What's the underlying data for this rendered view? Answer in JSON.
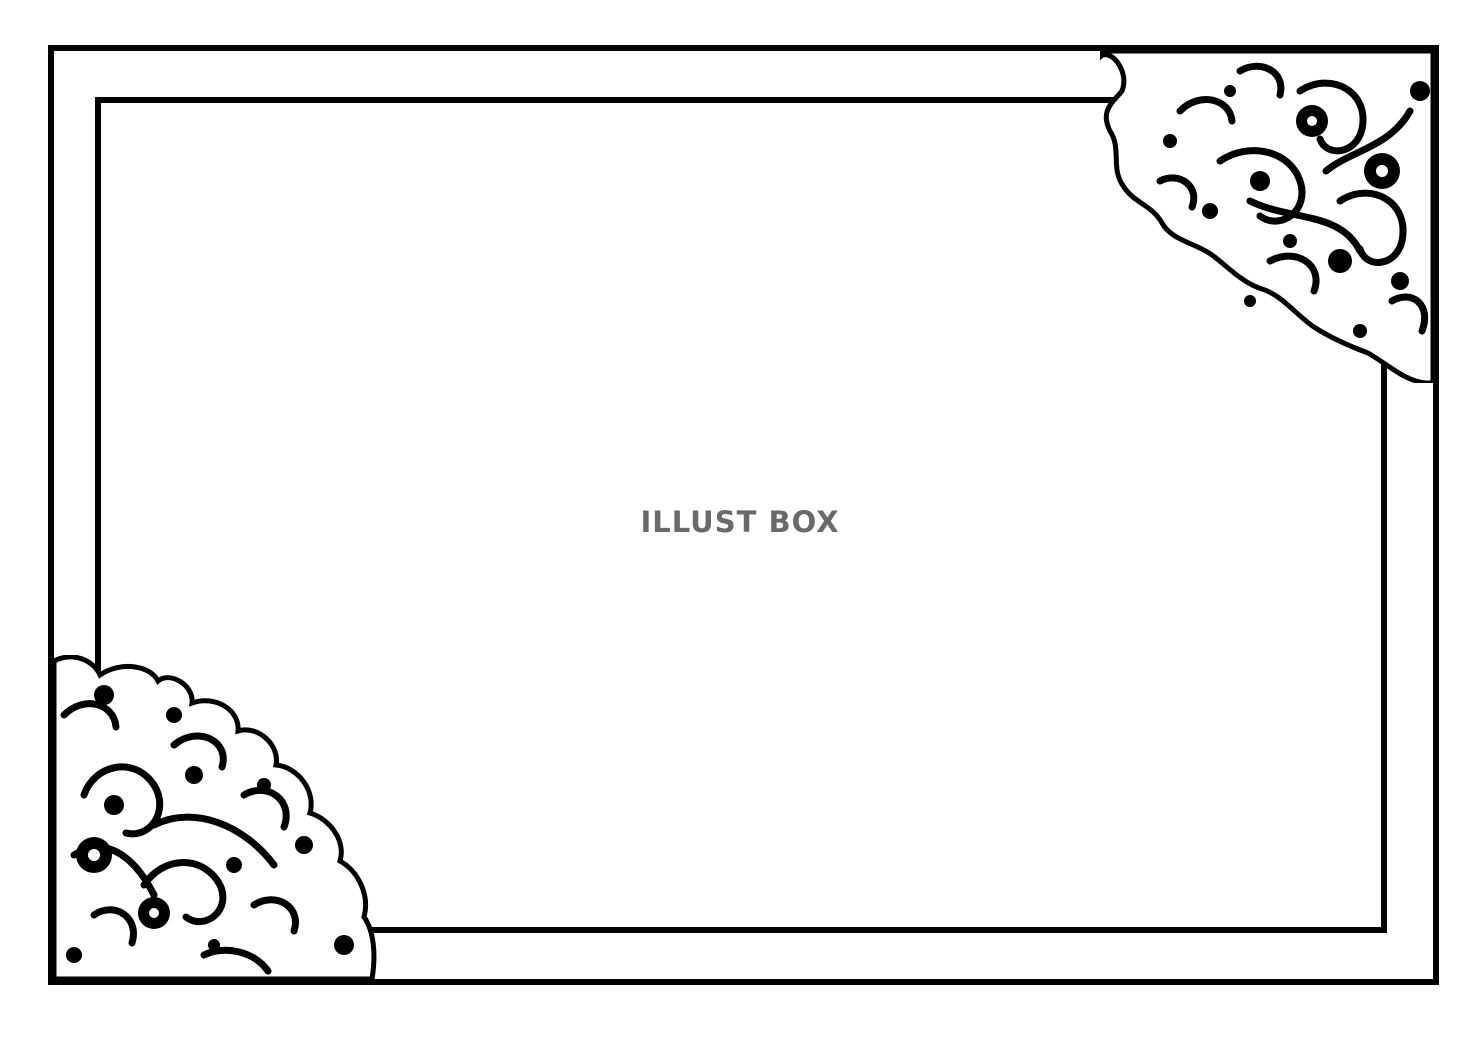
{
  "watermark": {
    "text": "ILLUST BOX"
  },
  "colors": {
    "line": "#000000",
    "background": "#ffffff",
    "watermark": "#6a6a6a"
  },
  "ornaments": [
    {
      "corner": "top-right",
      "icon": "lace-flourish-icon"
    },
    {
      "corner": "bottom-left",
      "icon": "lace-flourish-icon"
    }
  ]
}
